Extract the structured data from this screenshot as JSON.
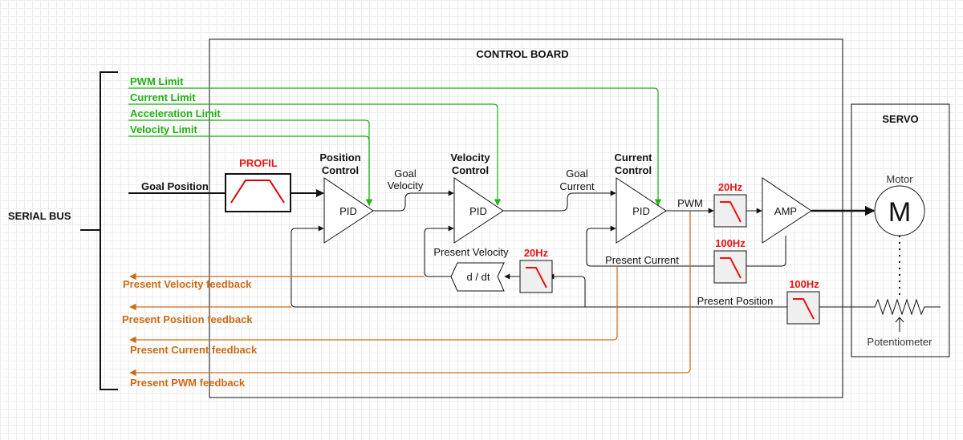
{
  "serial_bus": {
    "label": "SERIAL BUS"
  },
  "control_board": {
    "title": "CONTROL BOARD"
  },
  "servo": {
    "title": "SERVO",
    "motor_label": "Motor",
    "motor_symbol": "M",
    "potentiometer_label": "Potentiometer"
  },
  "inputs": {
    "pwm_limit": "PWM Limit",
    "current_limit": "Current Limit",
    "acceleration_limit": "Acceleration Limit",
    "velocity_limit": "Velocity Limit",
    "goal_position": "Goal Position"
  },
  "blocks": {
    "profil_label": "PROFIL",
    "position_control": [
      "Position",
      "Control"
    ],
    "velocity_control": [
      "Velocity",
      "Control"
    ],
    "current_control": [
      "Current",
      "Control"
    ],
    "pid": "PID",
    "amp": "AMP",
    "derivative": "d / dt"
  },
  "signals": {
    "goal_velocity": [
      "Goal",
      "Velocity"
    ],
    "goal_current": [
      "Goal",
      "Current"
    ],
    "pwm": "PWM",
    "present_velocity": "Present Velocity",
    "present_current": "Present Current",
    "present_position": "Present Position"
  },
  "filters": {
    "pwm_filter": "20Hz",
    "current_filter": "100Hz",
    "velocity_filter": "20Hz",
    "position_filter": "100Hz"
  },
  "outputs": {
    "present_velocity_feedback": "Present Velocity feedback",
    "present_position_feedback": "Present Position feedback",
    "present_current_feedback": "Present Current feedback",
    "present_pwm_feedback": "Present PWM feedback"
  },
  "colors": {
    "limits": "#22b014",
    "feedback": "#cc6a14",
    "filter_labels": "#ee1111",
    "profile_curve": "#dd0000"
  }
}
